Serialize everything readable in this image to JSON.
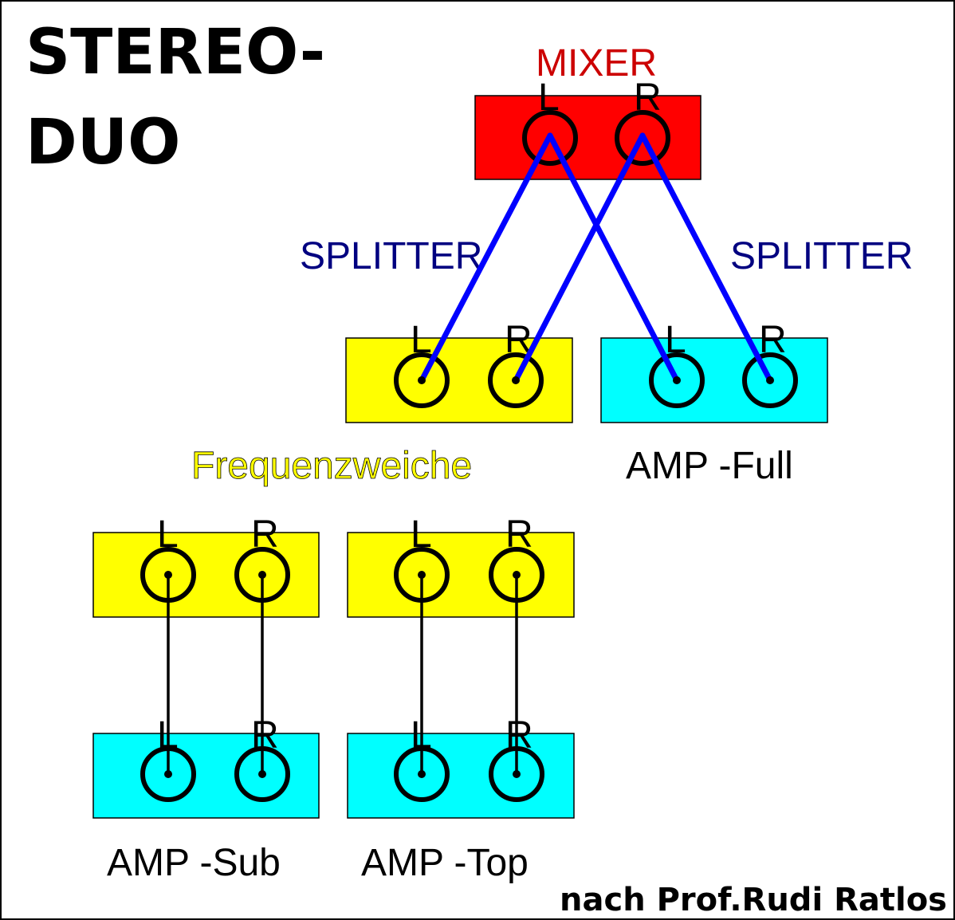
{
  "title": {
    "line1": "STEREO-",
    "line2": "DUO"
  },
  "credit": "nach Prof.Rudi Ratlos",
  "colors": {
    "mixer": "#ff0000",
    "crossover": "#ffff00",
    "amp": "#00ffff",
    "splitter": "#0000ff",
    "mixer_label": "#cc0000",
    "splitter_label": "#000080"
  },
  "mixer": {
    "label": "MIXER",
    "left": "L",
    "right": "R"
  },
  "splitters": {
    "left": "SPLITTER",
    "right": "SPLITTER"
  },
  "crossover_top": {
    "label": "Frequenzweiche",
    "left": "L",
    "right": "R"
  },
  "amp_full": {
    "label": "AMP -Full",
    "left": "L",
    "right": "R"
  },
  "crossover_out_sub": {
    "left": "L",
    "right": "R"
  },
  "crossover_out_top": {
    "left": "L",
    "right": "R"
  },
  "amp_sub": {
    "label": "AMP -Sub",
    "left": "L",
    "right": "R"
  },
  "amp_top": {
    "label": "AMP -Top",
    "left": "L",
    "right": "R"
  }
}
